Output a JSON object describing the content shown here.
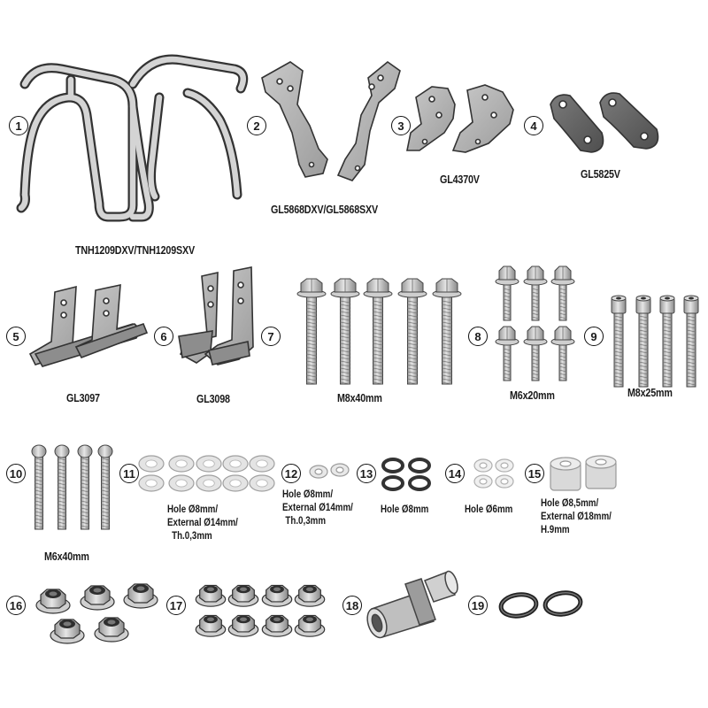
{
  "parts": [
    {
      "number": "1",
      "code": "TNH1209DXV/TNH1209SXV",
      "icon": "crash-bar-frame"
    },
    {
      "number": "2",
      "code": "GL5868DXV/GL5868SXV",
      "icon": "long-bracket"
    },
    {
      "number": "3",
      "code": "GL4370V",
      "icon": "plate-bracket"
    },
    {
      "number": "4",
      "code": "GL5825V",
      "icon": "spacer-plate"
    },
    {
      "number": "5",
      "code": "GL3097",
      "icon": "angle-bracket"
    },
    {
      "number": "6",
      "code": "GL3098",
      "icon": "angle-bracket"
    },
    {
      "number": "7",
      "code": "",
      "icon": "angle-bracket"
    },
    {
      "number": "8",
      "code": "M8x40mm",
      "icon": "flange-bolt"
    },
    {
      "number": "9",
      "code": "M6x20mm",
      "icon": "flange-bolt"
    },
    {
      "number": "10",
      "code": "M8x25mm",
      "icon": "allen-bolt"
    },
    {
      "number": "11",
      "code": "M6x40mm",
      "icon": "button-head-bolt",
      "note": [
        "Hole Ø8mm/",
        "External Ø14mm/",
        "Th.0,3mm"
      ]
    },
    {
      "number": "12",
      "code": "",
      "icon": "washer",
      "note": [
        "Hole Ø8mm/",
        "External Ø14mm/",
        "Th.0,3mm"
      ]
    },
    {
      "number": "13",
      "code": "",
      "icon": "split-washer",
      "note": [
        "Hole Ø8mm"
      ]
    },
    {
      "number": "14",
      "code": "",
      "icon": "washer",
      "note": [
        "Hole Ø6mm"
      ]
    },
    {
      "number": "15",
      "code": "",
      "icon": "spacer",
      "note": [
        "Hole Ø8,5mm/",
        "External Ø18mm/",
        "H.9mm"
      ]
    },
    {
      "number": "16",
      "code": "",
      "icon": "flange-nut"
    },
    {
      "number": "17",
      "code": "",
      "icon": "flange-nut"
    },
    {
      "number": "18",
      "code": "",
      "icon": "tube-adapter"
    },
    {
      "number": "19",
      "code": "",
      "icon": "rubber-ring"
    }
  ]
}
